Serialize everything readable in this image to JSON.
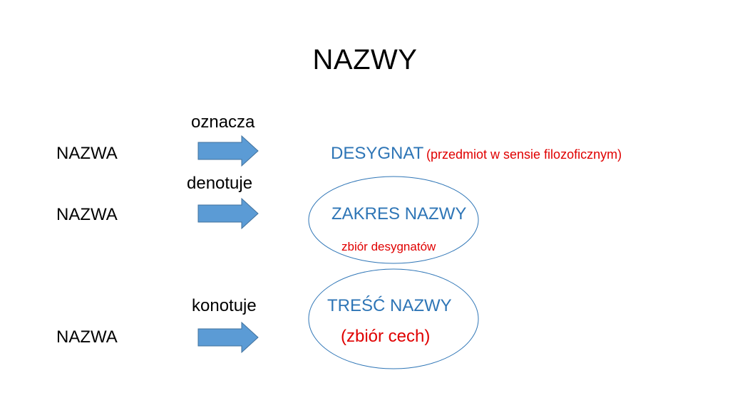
{
  "title": "NAZWY",
  "colors": {
    "arrow_fill": "#5b9bd5",
    "arrow_stroke": "#41719c",
    "term_blue": "#2e75b6",
    "note_red": "#e00000",
    "ellipse_stroke": "#2e75b6"
  },
  "rows": [
    {
      "verb": "oznacza",
      "subject": "NAZWA",
      "object": "DESYGNAT",
      "note": "(przedmiot w sensie filozoficznym)"
    },
    {
      "verb": "denotuje",
      "subject": "NAZWA",
      "object": "ZAKRES NAZWY",
      "note": "zbiór desygnatów"
    },
    {
      "verb": "konotuje",
      "subject": "NAZWA",
      "object": "TREŚĆ NAZWY",
      "note": "(zbiór cech)"
    }
  ]
}
